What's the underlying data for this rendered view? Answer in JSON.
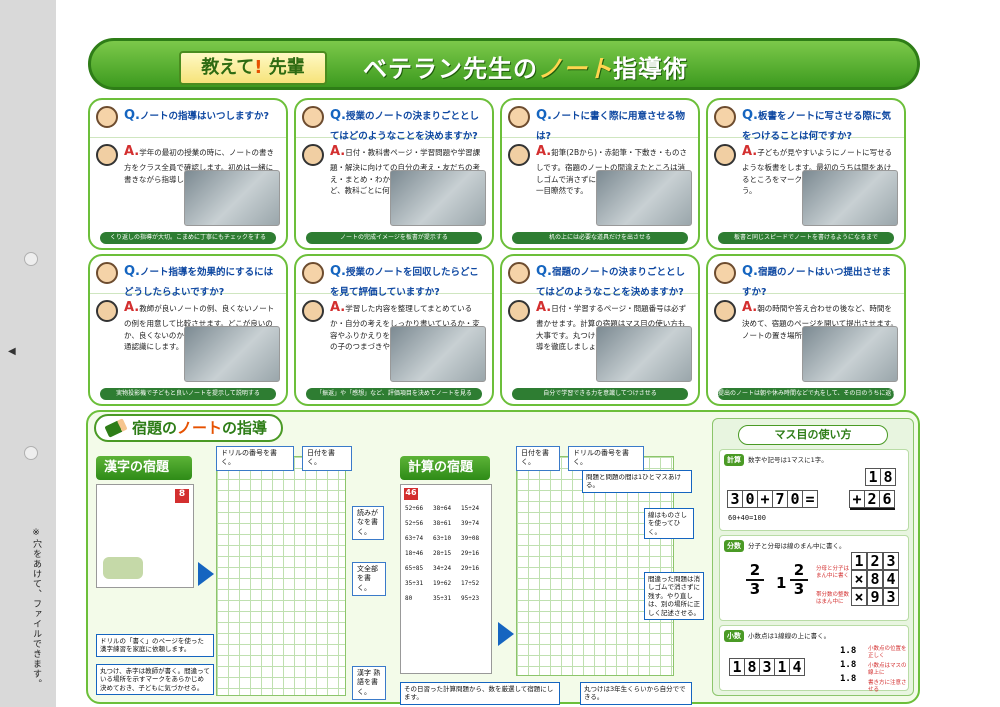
{
  "side": {
    "note": "※穴をあけて、ファイルできます。"
  },
  "banner": {
    "tag_prefix": "教えて",
    "tag_mark": "!",
    "tag_suffix": "先輩",
    "title_prefix": "ベテラン先生の",
    "title_highlight": "ノート",
    "title_suffix": "指導術"
  },
  "cards": [
    {
      "q": "ノートの指導はいつしますか?",
      "a": "学年の最初の授業の時に、ノートの書き方をクラス全員で確認します。初めは一緒に書きながら指導しましょう。",
      "caption": "くり返しの指導が大切。こまめに丁寧にもチェックをする"
    },
    {
      "q": "授業のノートの決まりごととしてはどのようなことを決めますか?",
      "a": "日付・教科書ページ・学習問題や学習課題・解決に向けての自分の考え・友だちの考え・まとめ・わかったことやふりかえりなど、教科ごとに何を書くか決めましょう。",
      "caption": "ノートの完成イメージを板書が提示する"
    },
    {
      "q": "ノートに書く際に用意させる物は?",
      "a": "鉛筆(2Bから)・赤鉛筆・下敷き・ものさしです。宿題のノートの間違えたところは消しゴムで消さずに、赤鉛筆で直すと間違いが一目瞭然です。",
      "caption": "机の上には必要な道具だけを出させる"
    },
    {
      "q": "板書をノートに写させる際に気をつけることは何ですか?",
      "a": "子どもが見やすいようにノートに写せるような板書をします。最初のうちは間をあけるところをマークなどで示してあげましょう。",
      "caption": "板書と同じスピードでノートを書けるようになるまで"
    },
    {
      "q": "ノート指導を効果的にするにはどうしたらよいですか?",
      "a": "教師が良いノートの例、良くないノートの例を用意して比較させます。どこが良いのか、良くないのか具体的に示してクラスの共通認識にします。",
      "caption": "実物投影機で子どもと良いノートを提示して説明する"
    },
    {
      "q": "授業のノートを回収したらどこを見て評価していますか?",
      "a": "学習した内容を整理してまとめているか・自分の考えをしっかり書いているか・変容やふりかえりを書いているかなどです。その子のつまづきや気づきの様子も見えます。",
      "caption": "「振返」や「感想」など、評価項目を決めてノートを見る"
    },
    {
      "q": "宿題のノートの決まりごととしてはどのようなことを決めますか?",
      "a": "日付・学習するページ・問題番号は必ず書かせます。計算の宿題はマス目の使い方も大事です。丸つけのしかたも含めて初めは指導を徹底しましょう。",
      "caption": "自分で学習できる力を意識してつけさせる"
    },
    {
      "q": "宿題のノートはいつ提出させますか?",
      "a": "朝の時間や答え合わせの後など、時間を決めて、宿題のページを開いて提出させます。ノートの置き場所を決めておきましょう。",
      "caption": "提出のノートは朝や休み時間などで丸をして、その日のうちに返す"
    }
  ],
  "section": {
    "title_prefix": "宿題の",
    "title_highlight": "ノート",
    "title_suffix": "の指導"
  },
  "kanji": {
    "head": "漢字の宿題",
    "label_drill": "ドリルの番号を書く。",
    "label_date": "日付を書く。",
    "label_yomi": "読みがなを書く。",
    "label_bun": "文全部を書く。",
    "label_kanji": "漢字 熟語を書く。",
    "note_drill": "ドリルの「書く」のページを使った漢字練習を家庭に依頼します。",
    "note_maru": "丸つけ、赤字は教師が書く。間違っている場所を示すマークをあらかじめ決めておき、子どもに気づかせる。"
  },
  "keisan": {
    "head": "計算の宿題",
    "label_date": "日付を書く。",
    "label_drill": "ドリルの番号を書く。",
    "label_gap": "問題と問題の間は1ひとマスあける。",
    "label_line": "線はものさしを使ってひく。",
    "label_mistake": "間違った問題は消しゴムで消さずに残す。やり直しは、別の場所に正しく記述させる。",
    "note_daily": "その日習った計算問題から、数を厳選して宿題にします。",
    "note_maru": "丸つけは3年生くらいから自分でできる。",
    "drill_no": "46",
    "problems": [
      "52÷66",
      "38÷64",
      "15÷24",
      "52÷56",
      "38÷61",
      "39÷74",
      "63÷74",
      "63÷10",
      "39÷08",
      "18÷46",
      "28÷15",
      "29÷16",
      "65÷85",
      "34÷24",
      "29÷16",
      "35÷31",
      "19÷62",
      "17÷52",
      "80",
      "35÷31",
      "95÷23"
    ]
  },
  "masu": {
    "title": "マス目の使い方",
    "keisan_tag": "計算",
    "keisan_note": "数字や記号は1マスに1字。",
    "keisan_expr": [
      "3",
      "0",
      "+",
      "7",
      "0",
      "="
    ],
    "keisan_vert_top": [
      "1",
      "8"
    ],
    "keisan_vert_bot": [
      "+",
      "2",
      "6"
    ],
    "keisan_small": "60+40=100",
    "bunsu_tag": "分数",
    "bunsu_note": "分子と分母は線のまん中に書く。",
    "bunsu_frac1_num": "2",
    "bunsu_frac1_den": "3",
    "bunsu_whole": "1",
    "bunsu_frac2_num": "2",
    "bunsu_frac2_den": "3",
    "bunsu_grid": [
      "1",
      "2",
      "3",
      "×",
      "8",
      "4",
      "×",
      "9",
      "3"
    ],
    "bunsu_red1": "分母と分子はまん中に書く",
    "bunsu_red2": "帯分数の整数はまん中に",
    "shosu_tag": "小数",
    "shosu_note": "小数点は1線線の上に書く。",
    "shosu_nums": [
      "1",
      "8",
      "3",
      "1",
      "4"
    ],
    "shosu_side": [
      "1.8",
      "1.8",
      "1.8"
    ],
    "shosu_red": [
      "小数点の位置を正しく",
      "小数点はマスの線上に",
      "書き方に注意させる"
    ]
  }
}
